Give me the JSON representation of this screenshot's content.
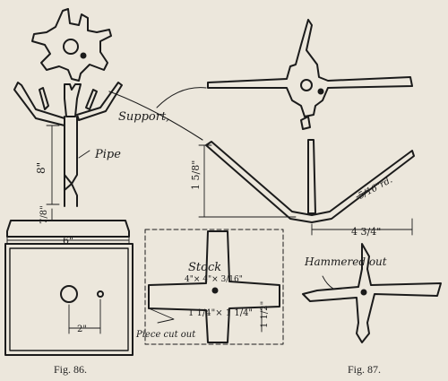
{
  "fig86": {
    "caption": "Fig. 86.",
    "labels": {
      "pipe": "Pipe",
      "pipe_length": "8\"",
      "base_thickness": "7/8\"",
      "base_width": "6\"",
      "hole_spacing": "2\""
    }
  },
  "fig87": {
    "caption": "Fig. 87.",
    "labels": {
      "support": "Support,",
      "height": "1 5/8\"",
      "rod": "5/16\"rd.",
      "half_span": "4 3/4\"",
      "stock": "Stock",
      "stock_size": "4\"× 4\"× 3/16\"",
      "cut_size": "1 1/4\"× 1 1/4\"",
      "arm_width": "1 1/2\"",
      "piece_cut_out": "Piece cut out",
      "hammered_out": "Hammered out"
    }
  },
  "colors": {
    "paper": "#ece7dc",
    "ink": "#1b1b1b"
  }
}
